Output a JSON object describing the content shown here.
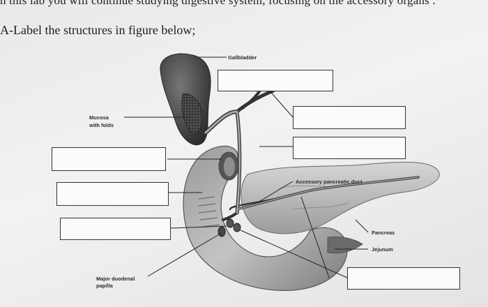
{
  "header": {
    "text": "n this lab you will continue studying digestive system, focusing on the accessory organs ."
  },
  "instruction": "A-Label the structures in figure below;",
  "figure": {
    "labels": {
      "gallbladder": "Gallbladder",
      "mucosa_line1": "Mucosa",
      "mucosa_line2": "with folds",
      "accessory_duct": "Accessory pancreatic duct",
      "pancreas": "Pancreas",
      "jejunum": "Jejunum",
      "papilla_line1": "Major duodenal",
      "papilla_line2": "papilla"
    },
    "answer_boxes": [
      "",
      "",
      "",
      "",
      "",
      "",
      ""
    ]
  }
}
